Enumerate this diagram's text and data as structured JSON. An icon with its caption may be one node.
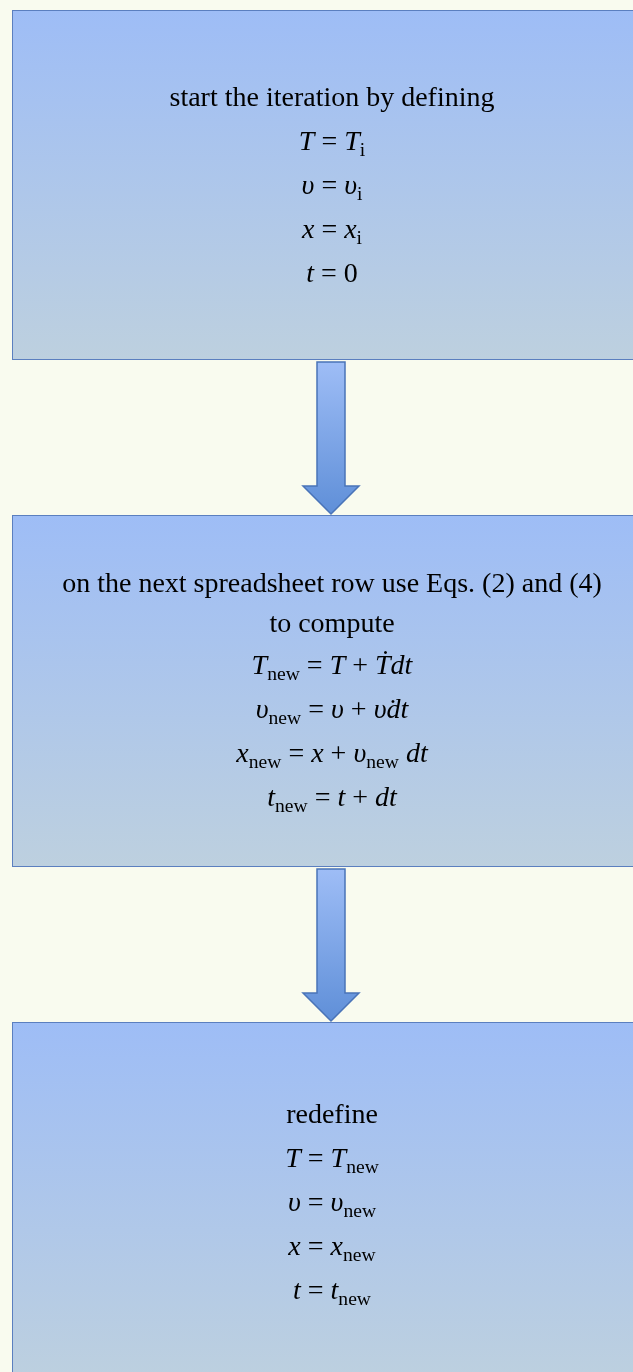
{
  "diagram": {
    "nodes": [
      {
        "text": [
          "start the iteration by defining",
          "*T* = *T*$_{i}$",
          "*υ* = *υ*$_{i}$",
          "*x* = *x*$_{i}$",
          "*t* = 0"
        ]
      },
      {
        "text": [
          "on the next spreadsheet row use Eqs. (2) and (4) to compute",
          "*T*$_{new}$ = *T* + *Ṫdt*",
          "*υ*$_{new}$ = *υ* + *υ̇dt*",
          "*x*$_{new}$ = *x* + *υ*$_{new}$ *dt*",
          "*t*$_{new}$ = *t* + *dt*"
        ]
      },
      {
        "text": [
          "redefine",
          "*T* = *T*$_{new}$",
          "*υ* = *υ*$_{new}$",
          "*x* = *x*$_{new}$",
          "*t* = *t*$_{new}$"
        ]
      }
    ],
    "edges": [
      {
        "from": 0,
        "to": 1,
        "arrow": "to"
      },
      {
        "from": 1,
        "to": 2,
        "arrow": "to"
      }
    ]
  }
}
